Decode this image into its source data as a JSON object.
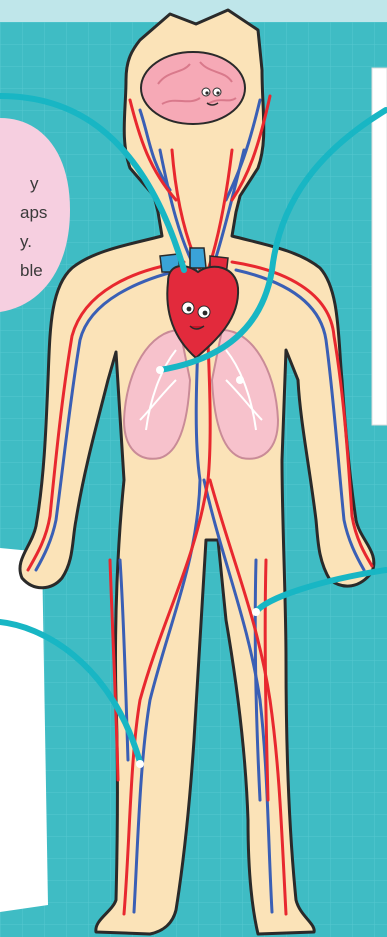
{
  "bubble": {
    "lines": [
      "y",
      "aps",
      "y.",
      "ble"
    ]
  },
  "colors": {
    "background": "#3fbcc4",
    "grid": "#55c8cf",
    "top_band": "#bfe6ea",
    "skin": "#fbe3b8",
    "outline": "#2a2a2a",
    "artery": "#e8282f",
    "vein": "#3a5fb5",
    "pointer": "#18b6c4",
    "bubble": "#f6cfe0",
    "note": "#ffffff",
    "brain": "#f6a9b6",
    "heart": "#e22a3c",
    "lung": "#f7c2cc"
  },
  "icons": {
    "brain": "brain-icon",
    "heart": "heart-icon",
    "lungs": "lungs-icon"
  }
}
